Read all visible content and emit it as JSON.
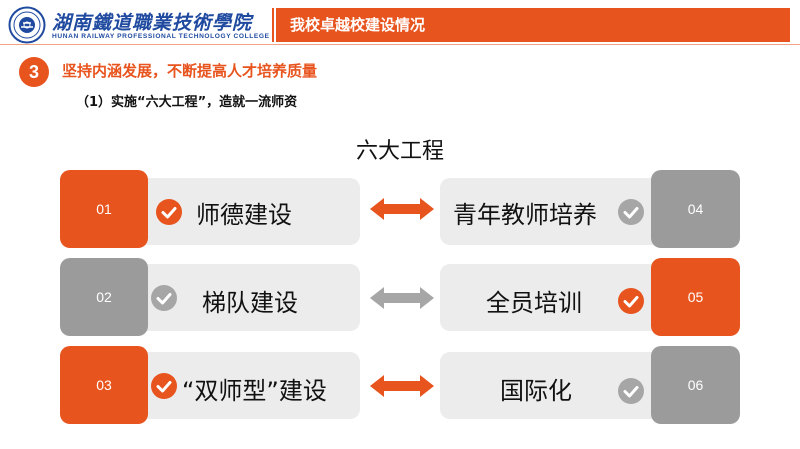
{
  "header": {
    "school_name_cn": "湖南鐵道職業技術學院",
    "school_name_en": "HUNAN RAILWAY PROFESSIONAL TECHNOLOGY COLLEGE",
    "title": "我校卓越校建设情况"
  },
  "section": {
    "number": "3",
    "title": "坚持内涵发展，不断提高人才培养质量",
    "subtitle": "（1）实施“六大工程”，造就一流师资"
  },
  "diagram": {
    "title": "六大工程",
    "rows": [
      {
        "left": {
          "num": "01",
          "label": "师德建设",
          "accent": "orange"
        },
        "right": {
          "num": "04",
          "label": "青年教师培养",
          "accent": "gray"
        },
        "connector": "orange"
      },
      {
        "left": {
          "num": "02",
          "label": "梯队建设",
          "accent": "gray"
        },
        "right": {
          "num": "05",
          "label": "全员培训",
          "accent": "orange"
        },
        "connector": "gray"
      },
      {
        "left": {
          "num": "03",
          "label": "“双师型”建设",
          "accent": "orange"
        },
        "right": {
          "num": "06",
          "label": "国际化",
          "accent": "gray"
        },
        "connector": "orange"
      }
    ]
  },
  "colors": {
    "accent": "#e8541e",
    "gray_box": "#9b9b9b",
    "card_bg": "#ececec",
    "logo_blue": "#1f4aa0"
  },
  "icons": [
    "school-emblem-icon",
    "check-circle-icon",
    "double-arrow-icon"
  ]
}
